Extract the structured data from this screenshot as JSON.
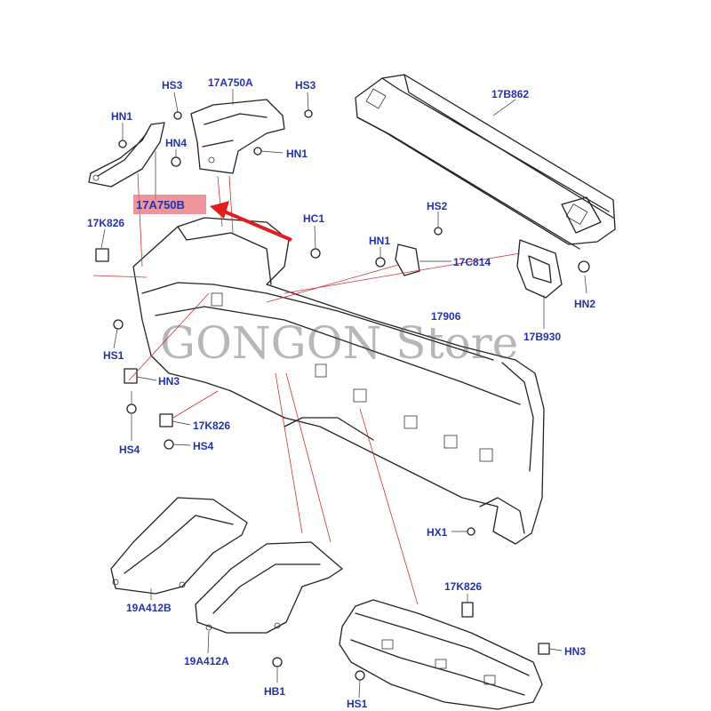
{
  "labels": {
    "HS3_left": "HS3",
    "A17A750A": "17A750A",
    "HS3_right": "HS3",
    "B17B862": "17B862",
    "HN1_tl": "HN1",
    "HN4": "HN4",
    "HN1_mid": "HN1",
    "A17A750B": "17A750B",
    "K17K826_top": "17K826",
    "HC1": "HC1",
    "HS2": "HS2",
    "HN1_right": "HN1",
    "C17C814": "17C814",
    "HN2": "HN2",
    "N17906": "17906",
    "B17B930": "17B930",
    "HS1_left": "HS1",
    "HN3_left": "HN3",
    "HS4_a": "HS4",
    "K17K826_mid": "17K826",
    "HS4_b": "HS4",
    "HX1": "HX1",
    "K17K826_bottom": "17K826",
    "HN3_bottom": "HN3",
    "A19A412B": "19A412B",
    "A19A412A": "19A412A",
    "HB1": "HB1",
    "HS1_bottom": "HS1"
  },
  "watermark": "GONGON Store",
  "colors": {
    "label": "#2233aa",
    "highlight_box": "#e8707a",
    "arrow": "#e02020",
    "leader_red": "#d03030",
    "line": "#222222"
  }
}
